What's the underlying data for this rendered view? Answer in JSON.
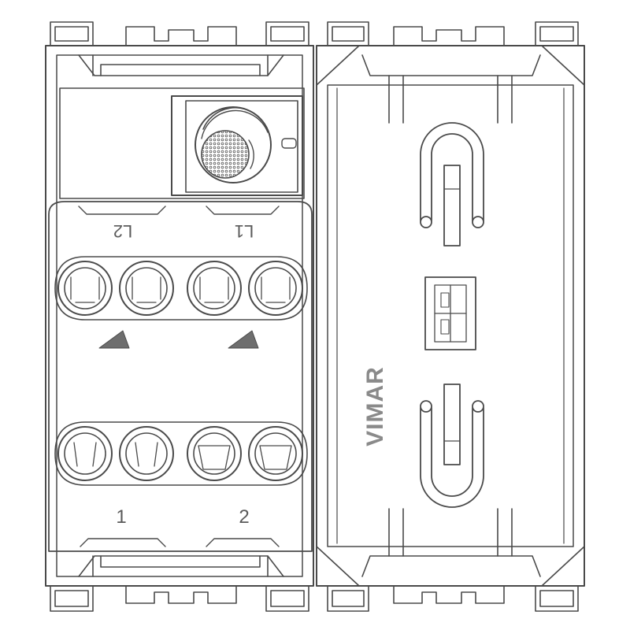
{
  "diagram": {
    "colors": {
      "stroke": "#4a4a4a",
      "fill": "#ffffff",
      "label": "#5a5a5a",
      "brand": "#8a8a8a",
      "arrow": "#6e6e6e"
    },
    "left_module": {
      "top_terminal_labels": [
        "L2",
        "L1"
      ],
      "bottom_terminal_labels": [
        "1",
        "2"
      ],
      "sensor": "light-sensor-lens"
    },
    "right_module": {
      "brand": "VIMAR"
    }
  }
}
